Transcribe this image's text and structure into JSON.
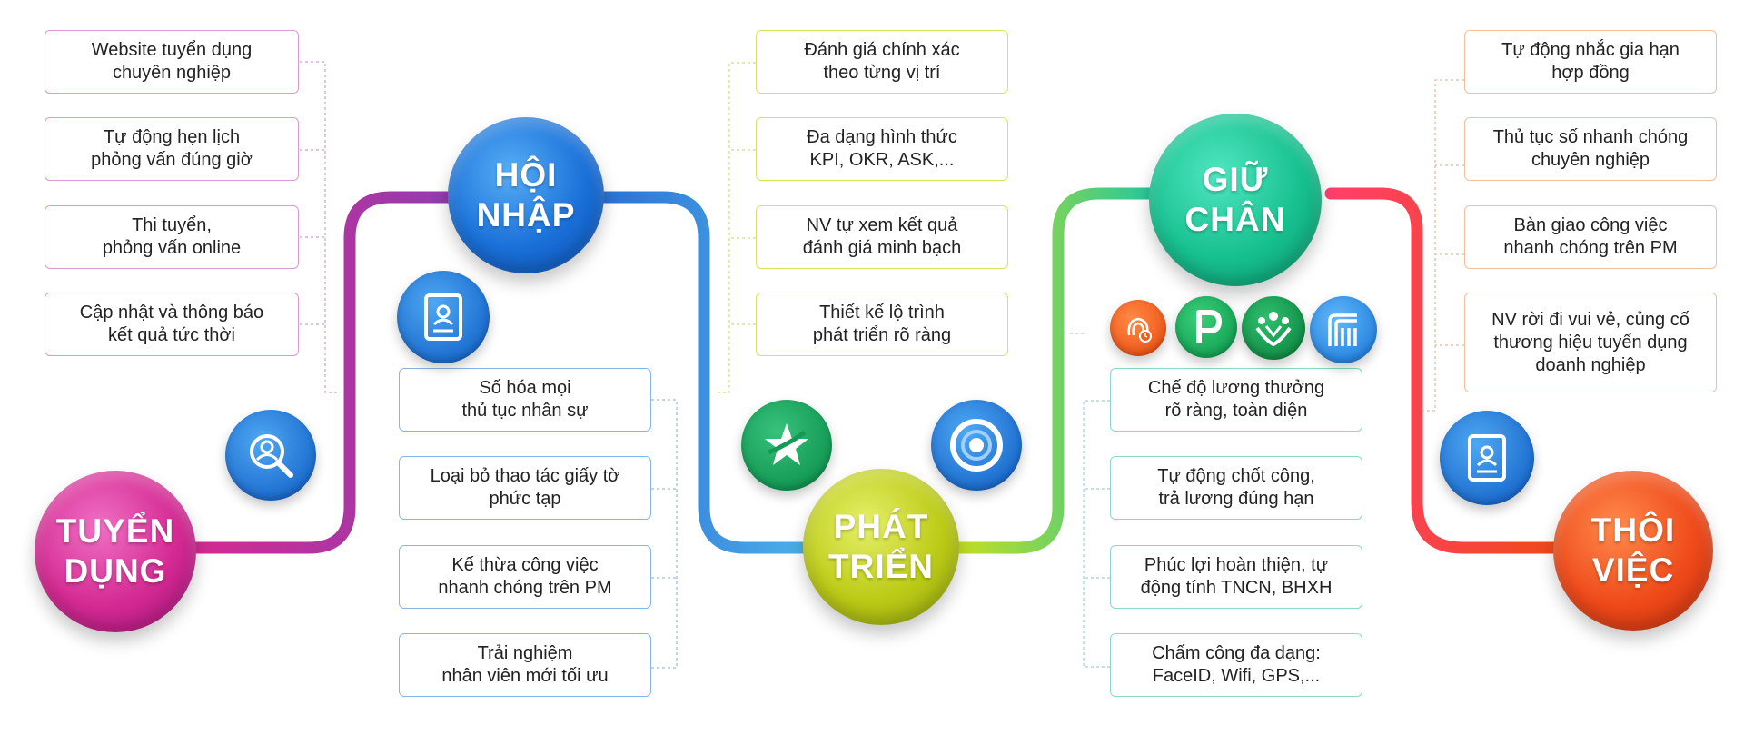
{
  "stages": {
    "tuyen_dung": "TUYỂN\nDỤNG",
    "hoi_nhap": "HỘI\nNHẬP",
    "phat_trien": "PHÁT\nTRIỂN",
    "giu_chan": "GIỮ\nCHÂN",
    "thoi_viec": "THÔI\nVIỆC"
  },
  "tuyen_dung_items": [
    "Website tuyển dụng\nchuyên nghiệp",
    "Tự động hẹn lịch\nphỏng vấn đúng giờ",
    "Thi tuyển,\nphỏng vấn online",
    "Cập nhật và thông báo\nkết quả tức thời"
  ],
  "hoi_nhap_items": [
    "Số hóa mọi\nthủ tục nhân sự",
    "Loại bỏ thao tác giấy tờ\nphức tạp",
    "Kế thừa công việc\nnhanh chóng trên PM",
    "Trải nghiệm\nnhân viên mới tối ưu"
  ],
  "phat_trien_items": [
    "Đánh giá chính xác\ntheo từng vị trí",
    "Đa dạng hình thức\nKPI, OKR, ASK,...",
    "NV tự xem kết quả\nđánh giá minh bạch",
    "Thiết kế lộ trình\nphát triển rõ ràng"
  ],
  "giu_chan_items": [
    "Chế độ lương thưởng\nrõ ràng, toàn diện",
    "Tự động chốt công,\ntrả lương đúng hạn",
    "Phúc lợi hoàn thiện, tự\nđộng tính TNCN, BHXH",
    "Chấm công đa dạng:\nFaceID, Wifi, GPS,..."
  ],
  "thoi_viec_items": [
    "Tự động nhắc gia hạn\nhợp đồng",
    "Thủ tục số nhanh chóng\nchuyên nghiệp",
    "Bàn giao công việc\nnhanh chóng trên PM",
    "NV rời đi vui vẻ, củng cố\nthương hiệu tuyển dụng\ndoanh nghiệp"
  ],
  "icons": [
    "search-user-icon",
    "profile-card-icon",
    "star-icon",
    "target-icon",
    "fingerprint-clock-icon",
    "p-logo-icon",
    "people-icon",
    "building-icon",
    "profile-card-icon"
  ],
  "colors": {
    "tuyen_dung": "#d42a92",
    "hoi_nhap": "#1a70d8",
    "phat_trien": "#bccb17",
    "giu_chan": "#17c08f",
    "thoi_viec": "#ef4a1a"
  }
}
